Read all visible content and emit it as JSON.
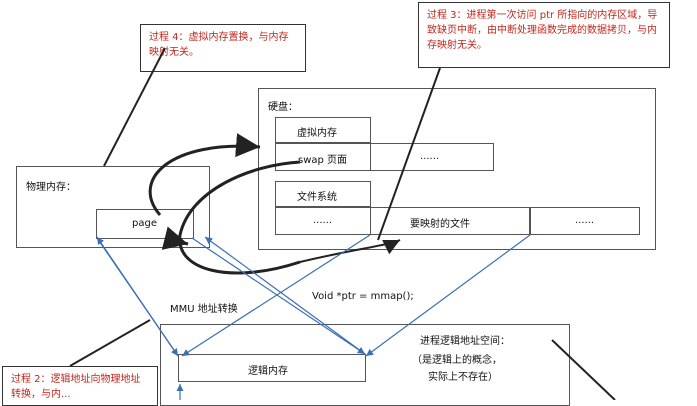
{
  "notes": {
    "process3": "过程 3：进程第一次访问 ptr 所指向的内存区域，导致缺页中断，由中断处理函数完成的数据拷贝，与内存映射无关。",
    "process4": "过程 4：虚拟内存置换，与内存映射无关。",
    "process2": "过程 2：逻辑地址向物理地址转换，与内..."
  },
  "disk": {
    "title": "硬盘：",
    "virtual_memory": "虚拟内存",
    "swap_page": "swap 页面",
    "swap_dots": "......",
    "file_system": "文件系统",
    "fs_dots_left": "......",
    "mapped_file": "要映射的文件",
    "fs_dots_right": "......"
  },
  "physical": {
    "title": "物理内存：",
    "page": "page"
  },
  "labels": {
    "mmu": "MMU 地址转换",
    "mmap_call": "Void *ptr = mmap();"
  },
  "process_space": {
    "title": "进程逻辑地址空间：",
    "note_line1": "（是逻辑上的概念，",
    "note_line2": "实际上不存在）",
    "logical_memory": "逻辑内存"
  },
  "colors": {
    "note_text": "#c0261c",
    "arrow_blue": "#3b6fb6",
    "outline": "#555555"
  }
}
